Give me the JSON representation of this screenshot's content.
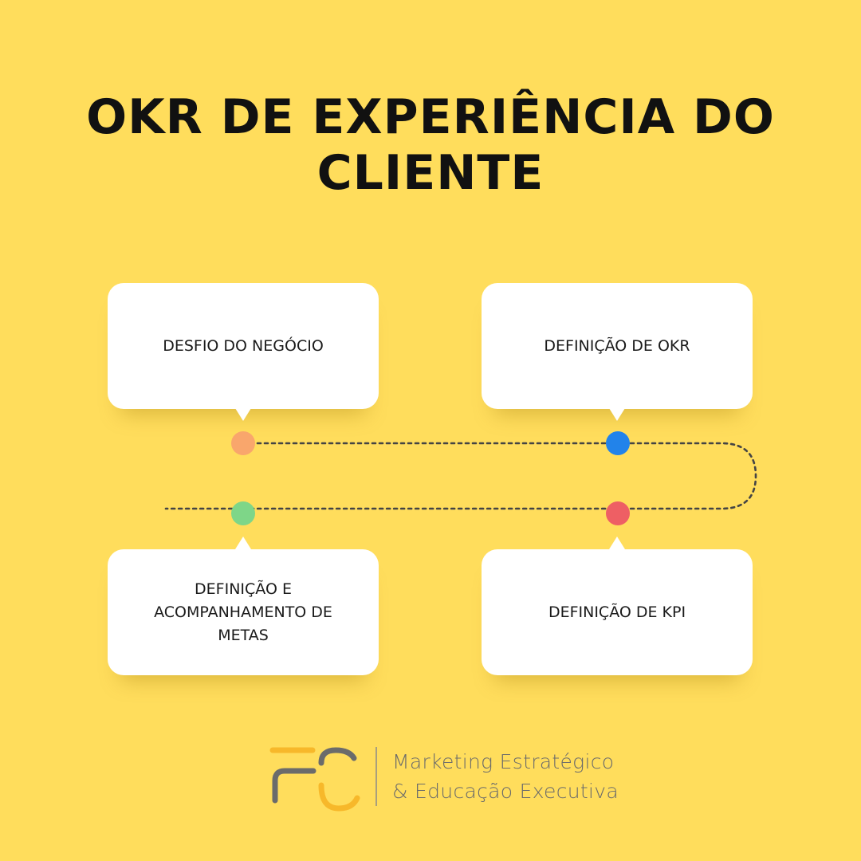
{
  "title": {
    "line1": "OKR DE EXPERIÊNCIA DO",
    "line2": "CLIENTE"
  },
  "steps": [
    {
      "label": "DESFIO DO NEGÓCIO",
      "dot_color": "#F9A66C"
    },
    {
      "label": "DEFINIÇÃO DE OKR",
      "dot_color": "#2283EA"
    },
    {
      "label": "DEFINIÇÃO DE KPI",
      "dot_color": "#EE5F64"
    },
    {
      "label": "DEFINIÇÃO E ACOMPANHAMENTO DE METAS",
      "dot_color": "#7ED688"
    }
  ],
  "logo": {
    "tagline_line1": "Marketing Estratégico",
    "tagline_line2": "& Educação Executiva",
    "gray": "#6b6b6b",
    "accent": "#F7B82A"
  },
  "colors": {
    "background": "#FFDD5C",
    "card": "#ffffff",
    "connector": "#444444"
  }
}
